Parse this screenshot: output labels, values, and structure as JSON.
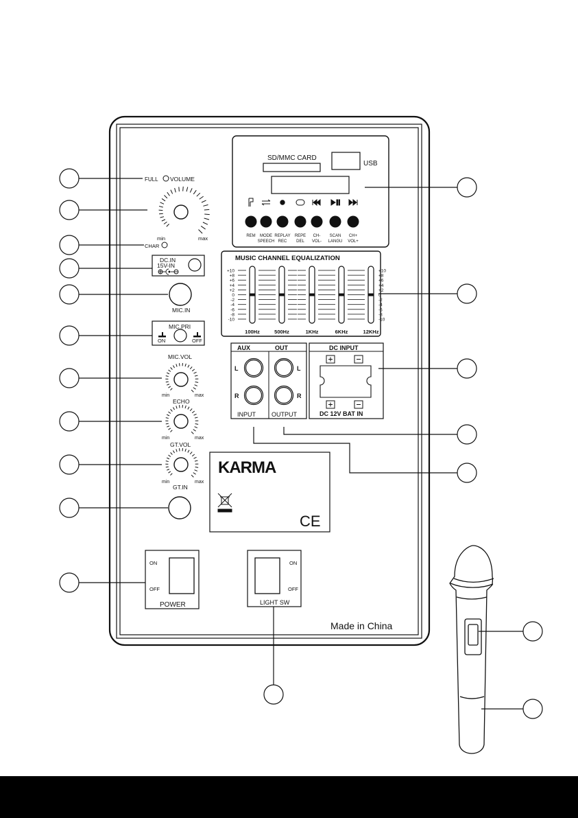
{
  "panel": {
    "made_in": "Made in China",
    "brand": "KARMA",
    "ce_mark": "CE",
    "weee_icon": "crossed-out-bin-icon"
  },
  "volume": {
    "full": "FULL",
    "label": "VOLUME",
    "min": "min",
    "max": "max",
    "char": "CHAR"
  },
  "dc_in": {
    "line1": "DC.IN",
    "line2": "15V-IN"
  },
  "mic_in": {
    "label": "MIC.IN"
  },
  "mic_pri": {
    "label": "MIC.PRI",
    "on": "ON",
    "off": "OFF"
  },
  "knobs": [
    {
      "label": "MIC.VOL",
      "min": "min",
      "max": "max"
    },
    {
      "label": "ECHO",
      "min": "min",
      "max": "max"
    },
    {
      "label": "GT.VOL",
      "min": "min",
      "max": "max"
    }
  ],
  "gt_in": {
    "label": "GT.IN"
  },
  "power_switch": {
    "on": "ON",
    "off": "OFF",
    "label": "POWER"
  },
  "light_switch": {
    "on": "ON",
    "off": "OFF",
    "label": "LIGHT SW"
  },
  "player": {
    "sd_label": "SD/MMC CARD",
    "usb_label": "USB",
    "buttons": [
      {
        "icon": "rem-icon",
        "line1": "REM",
        "line2": ""
      },
      {
        "icon": "mode-arrows-icon",
        "line1": "MODE",
        "line2": "SPEECH"
      },
      {
        "icon": "record-dot-icon",
        "line1": "REPLAY",
        "line2": "REC"
      },
      {
        "icon": "repeat-icon",
        "line1": "REPE",
        "line2": "DEL"
      },
      {
        "icon": "previous-track-icon",
        "line1": "CH-",
        "line2": "VOL-"
      },
      {
        "icon": "play-pause-icon",
        "line1": "SCAN",
        "line2": "LANGU"
      },
      {
        "icon": "next-track-icon",
        "line1": "CH+",
        "line2": "VOL+"
      }
    ]
  },
  "equalizer": {
    "title": "MUSIC CHANNEL  EQUALIZATION",
    "scale": [
      "+10",
      "+8",
      "+6",
      "+4",
      "+2",
      "0",
      "-2",
      "-4",
      "-6",
      "-8",
      "-10"
    ],
    "bands": [
      "100Hz",
      "500Hz",
      "1KHz",
      "6KHz",
      "12KHz"
    ],
    "slider_levels_db": [
      0,
      0,
      0,
      0,
      0
    ]
  },
  "aux": {
    "aux": "AUX",
    "out": "OUT",
    "left": "L",
    "right": "R",
    "input": "INPUT",
    "output": "OUTPUT"
  },
  "dc_input": {
    "title": "DC  INPUT",
    "plus": "+",
    "minus": "−",
    "bottom": "DC 12V BAT IN"
  }
}
